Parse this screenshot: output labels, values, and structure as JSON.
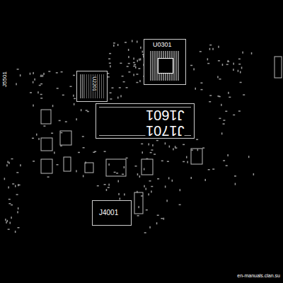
{
  "diagram": {
    "nodes": [
      {
        "text": [
          "J1601",
          "J1701"
        ]
      },
      {
        "text": [
          "U0301"
        ]
      },
      {
        "text": [
          "U2201"
        ]
      },
      {
        "text": [
          "J4001"
        ]
      }
    ],
    "labels": [
      "J5501",
      "en-manuals.clan.su"
    ]
  }
}
